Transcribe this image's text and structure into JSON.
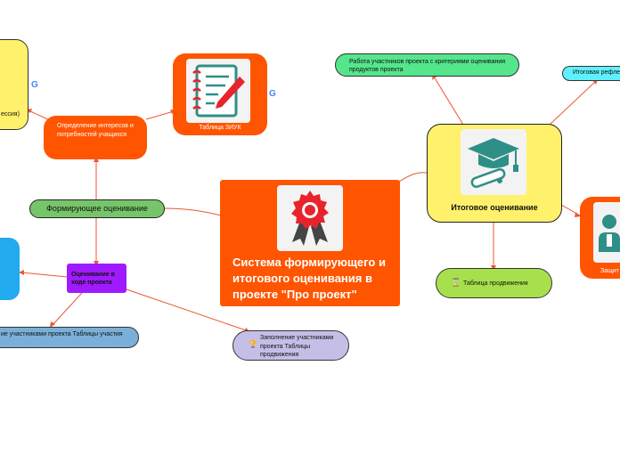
{
  "central": {
    "title": "Система формирующего и итогового оценивания в проекте \"Про проект\""
  },
  "formative": {
    "label": "Формирующее оценивание",
    "interests": "Определение интересов и потребностей учащихся",
    "zuk_table": "Таблица ЗИУК",
    "left_partial": "ессия)",
    "during": "Оценивание в ходе проекта",
    "fill_table": "ие участниками проекта Таблицы участия",
    "progress_fill": "Заполнение участниками проекта Таблицы продвижения"
  },
  "final": {
    "label": "Итоговое оценивание",
    "criteria": "Работа участников проекта с критериями оценивания продуктов проекта",
    "reflection": "Итоговая рефлек",
    "progress_table": "Таблица продвижения",
    "defense": "Защит"
  },
  "icons": {
    "google_1": "G",
    "google_2": "G",
    "hourglass": "⌛",
    "trophy": "🏆"
  },
  "colors": {
    "orange": "#ff5500",
    "yellow": "#fff16b",
    "green": "#77c56a",
    "light_green": "#a7e04c",
    "mint": "#55e68c",
    "cyan": "#5ff0ff",
    "blue": "#22aaee",
    "purple": "#a01aff",
    "steel": "#7ab0d8",
    "lavender": "#c5bfe7"
  }
}
